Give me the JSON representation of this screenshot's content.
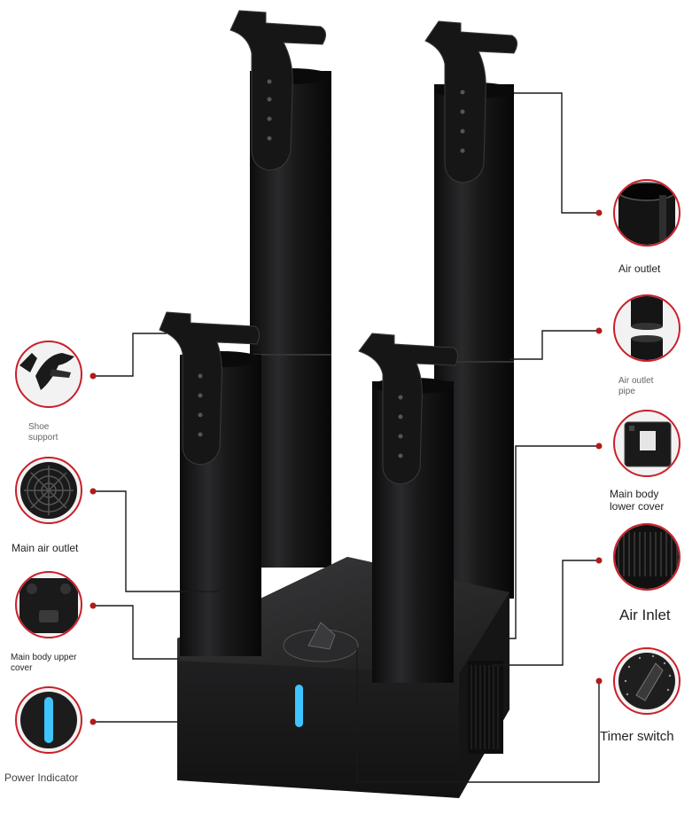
{
  "colors": {
    "callout_line": "#1a1a1a",
    "callout_dot": "#b01c1c",
    "circle_border": "#c8202a",
    "device_body": "#1c1c1e",
    "power_indicator": "#3fc4ff"
  },
  "callouts": {
    "air_outlet": {
      "label": "Air outlet",
      "icon": "tube-top-icon"
    },
    "air_outlet_pipe": {
      "label": "Air outlet\npipe",
      "icon": "pipe-segments-icon"
    },
    "main_body_lower_cover": {
      "label": "Main body\nlower cover",
      "icon": "lower-cover-icon"
    },
    "air_inlet": {
      "label": "Air Inlet",
      "icon": "vent-grille-icon"
    },
    "timer_switch": {
      "label": "Timer switch",
      "icon": "timer-dial-icon"
    },
    "shoe_support": {
      "label": "Shoe\nsupport",
      "icon": "shoe-support-icon"
    },
    "main_air_outlet": {
      "label": "Main air outlet",
      "icon": "fan-grille-icon"
    },
    "main_body_upper_cover": {
      "label": "Main body upper\ncover",
      "icon": "upper-cover-icon"
    },
    "power_indicator": {
      "label": "Power Indicator",
      "icon": "power-indicator-icon"
    }
  }
}
